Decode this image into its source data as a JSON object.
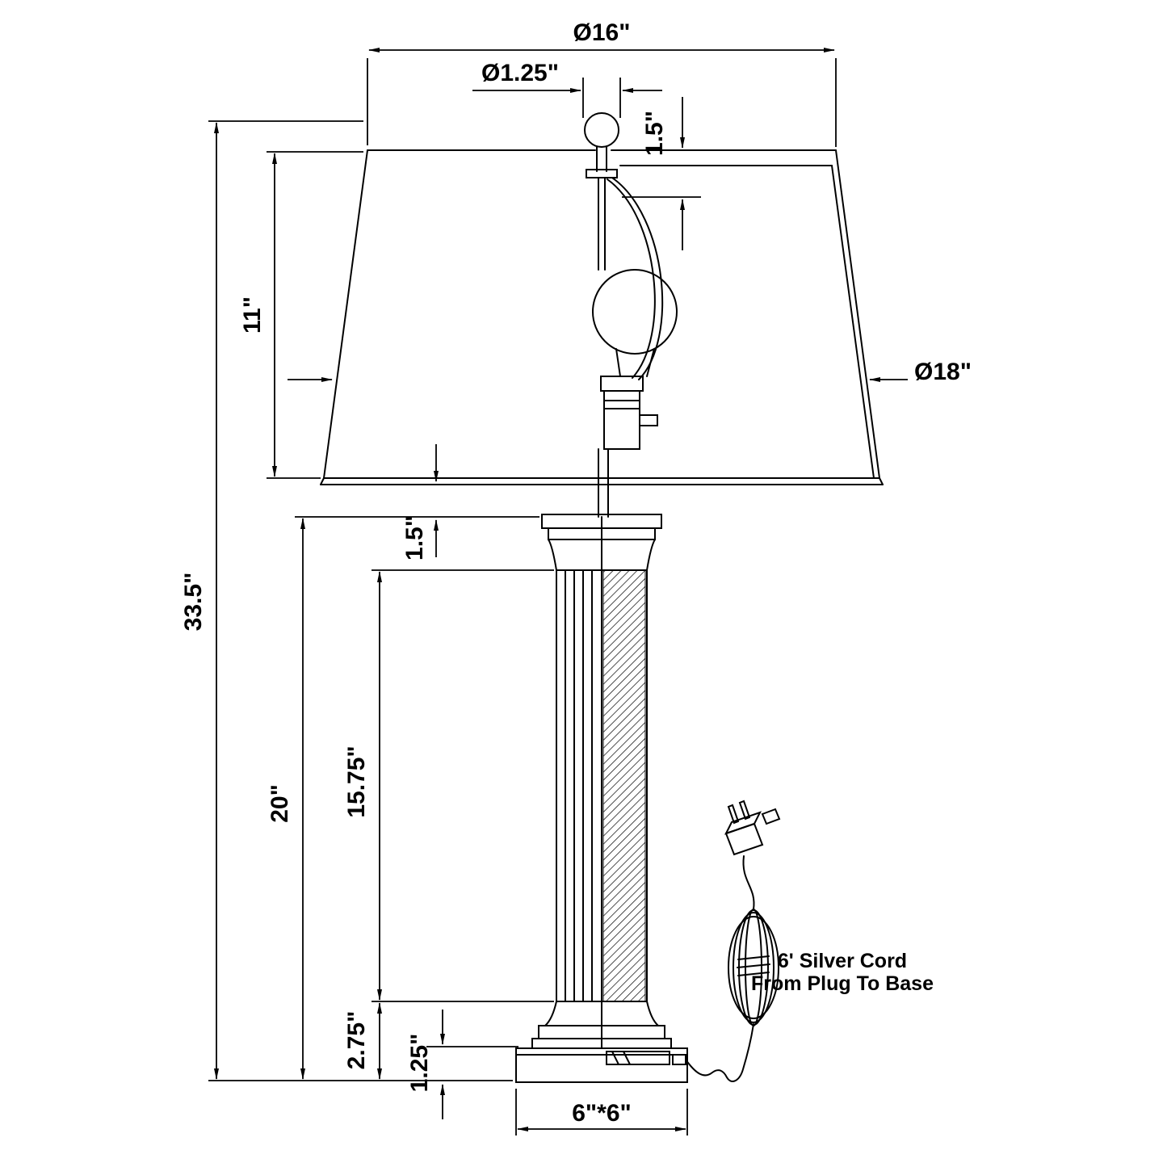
{
  "drawing": {
    "subject": "table lamp dimensional technical drawing",
    "ink": "#000000",
    "background": "#ffffff",
    "dims": {
      "shade_top_dia": "Ø16\"",
      "finial_dia": "Ø1.25\"",
      "shade_recess": "1.5\"",
      "shade_height": "11\"",
      "shade_bottom_dia": "Ø18\"",
      "neck_height": "1.5\"",
      "total_height": "33.5\"",
      "column_height": "20\"",
      "shaft_height": "15.75\"",
      "base_height": "2.75\"",
      "plate_height": "1.25\"",
      "base_size": "6\"*6\""
    },
    "note": {
      "line1": "6' Silver Cord",
      "line2": "From Plug To Base"
    }
  }
}
